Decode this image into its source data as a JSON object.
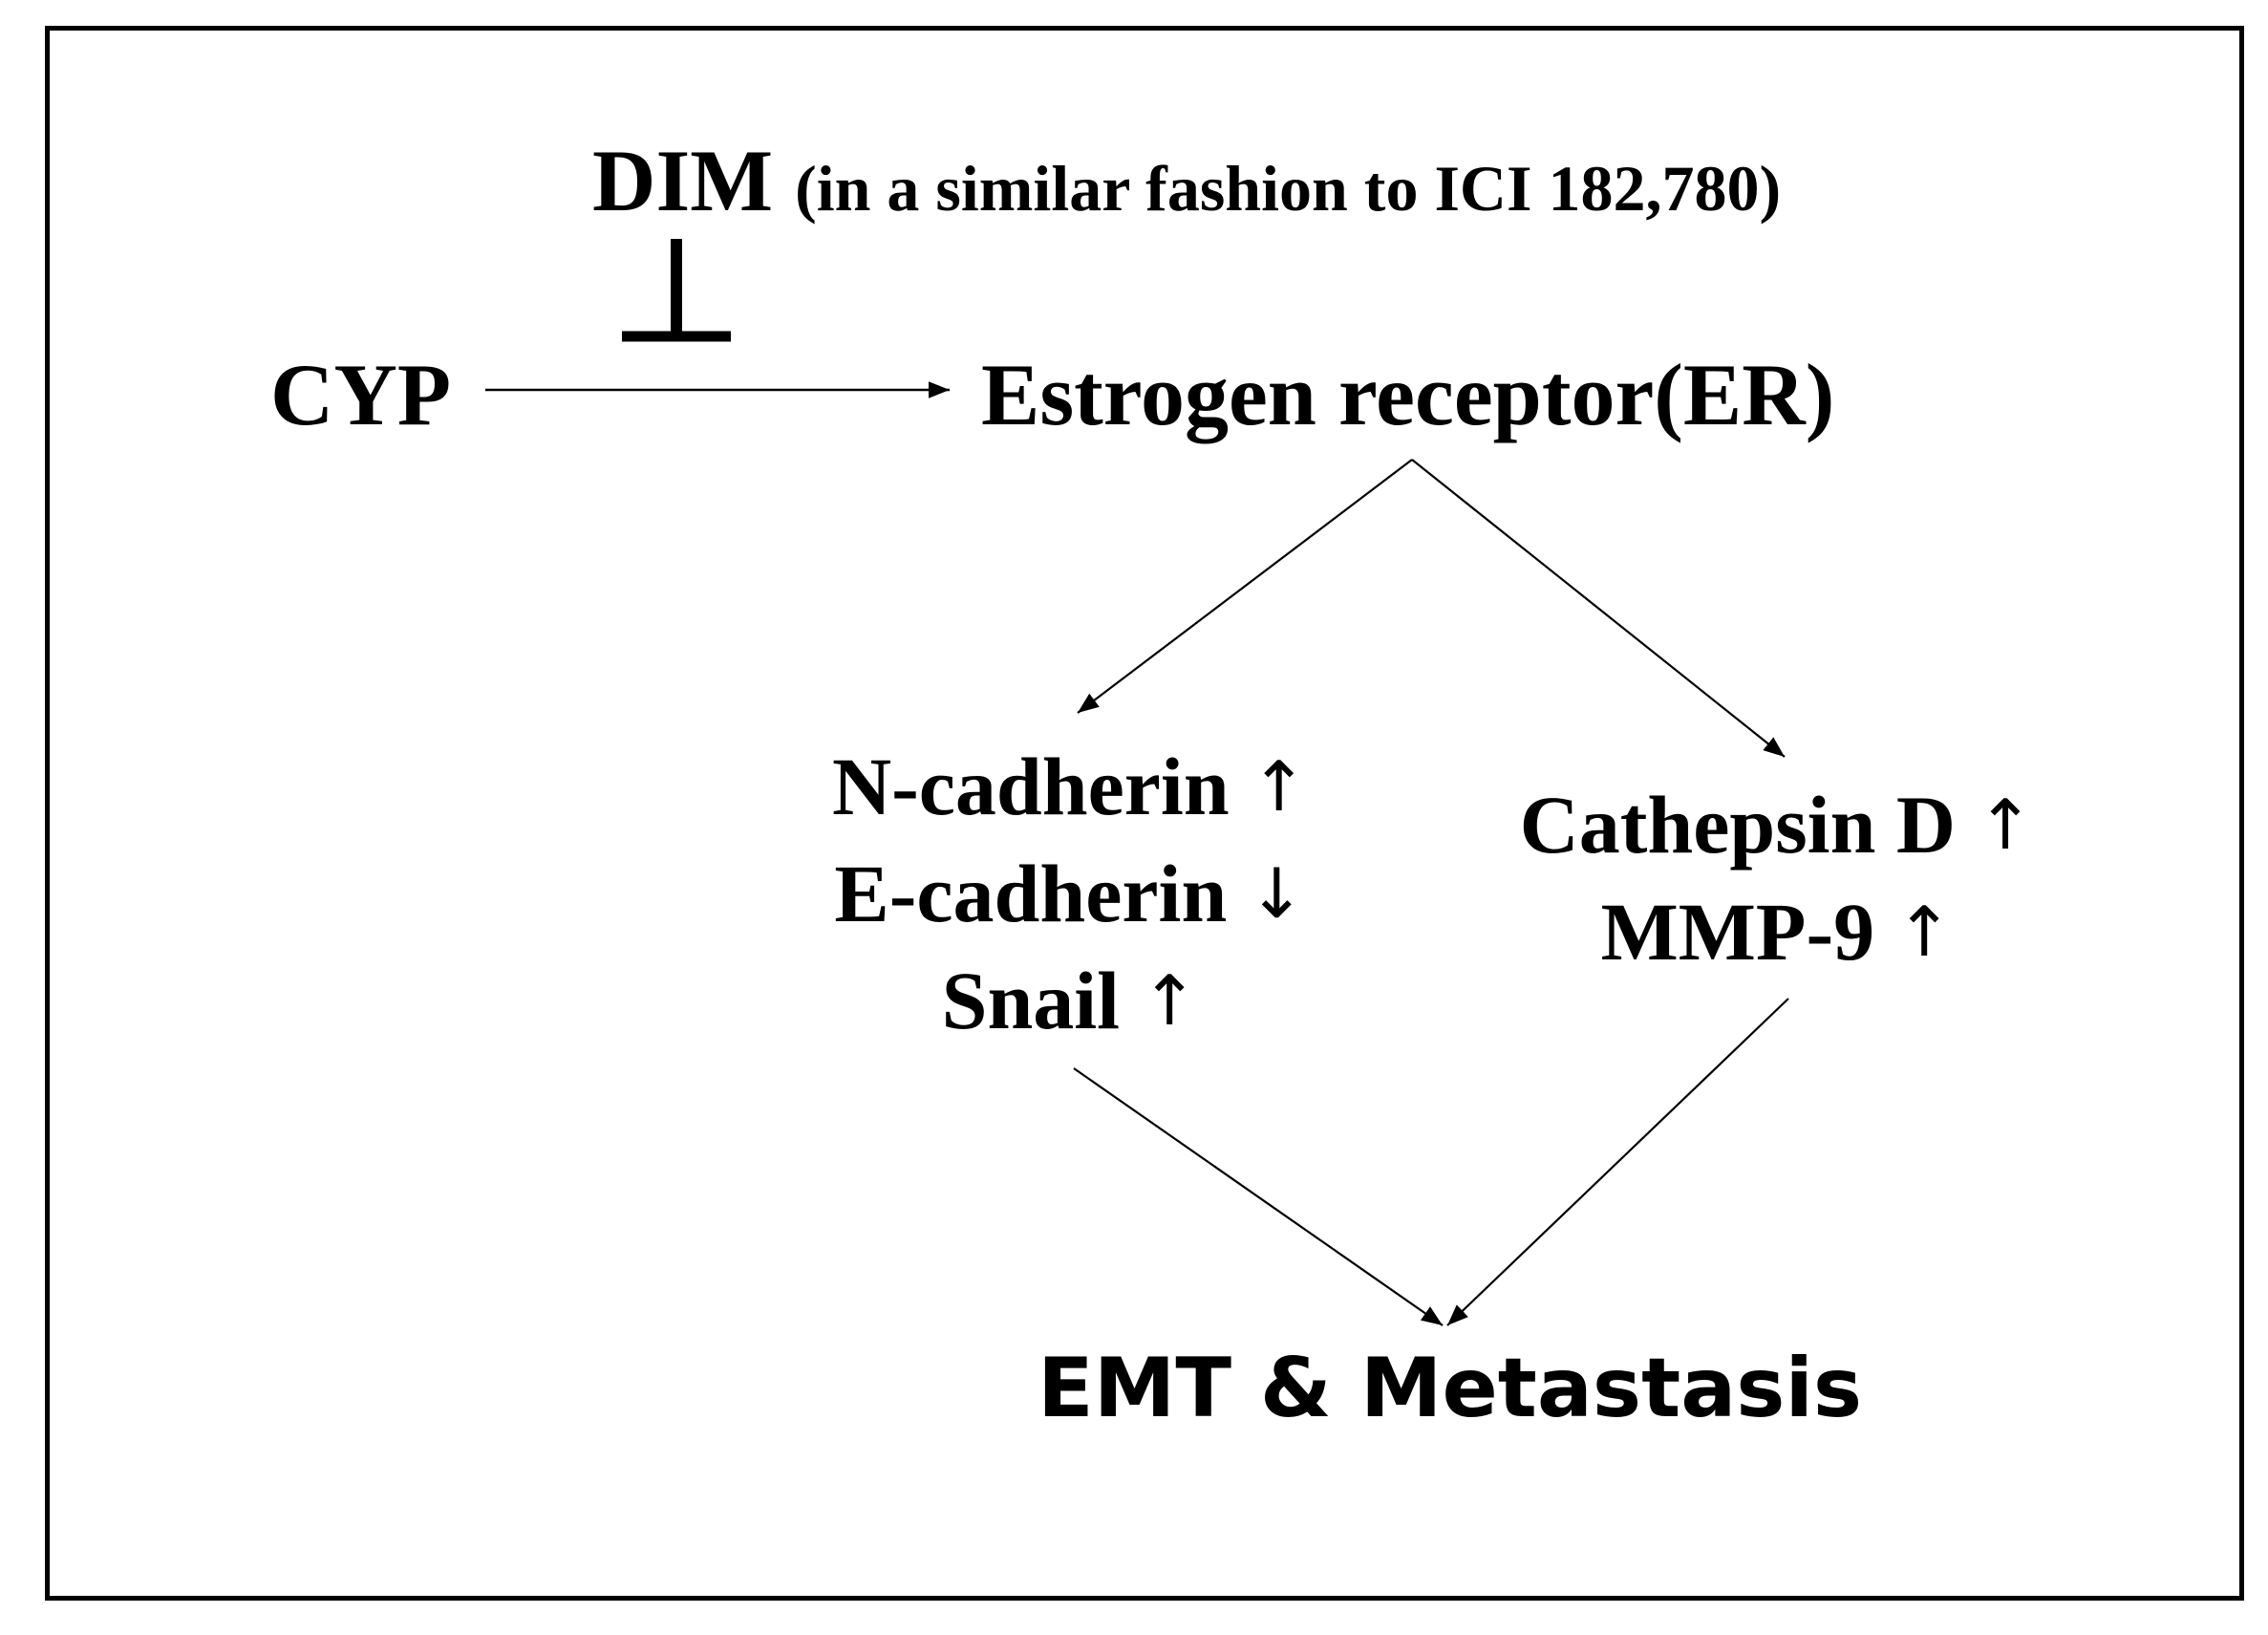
{
  "inhibitor": {
    "name": "DIM",
    "note": "(in a similar fashion to ICI 182,780)"
  },
  "source": {
    "name": "CYP"
  },
  "receptor": {
    "name": "Estrogen receptor(ER)"
  },
  "emt_markers": [
    {
      "name": "N-cadherin",
      "arrow": "↑"
    },
    {
      "name": "E-cadherin",
      "arrow": "↓"
    },
    {
      "name": "Snail",
      "arrow": "↑"
    }
  ],
  "protease_markers": [
    {
      "name": "Cathepsin D",
      "arrow": "↑"
    },
    {
      "name": "MMP-9",
      "arrow": "↑"
    }
  ],
  "outcome": {
    "name": "EMT & Metastasis"
  }
}
